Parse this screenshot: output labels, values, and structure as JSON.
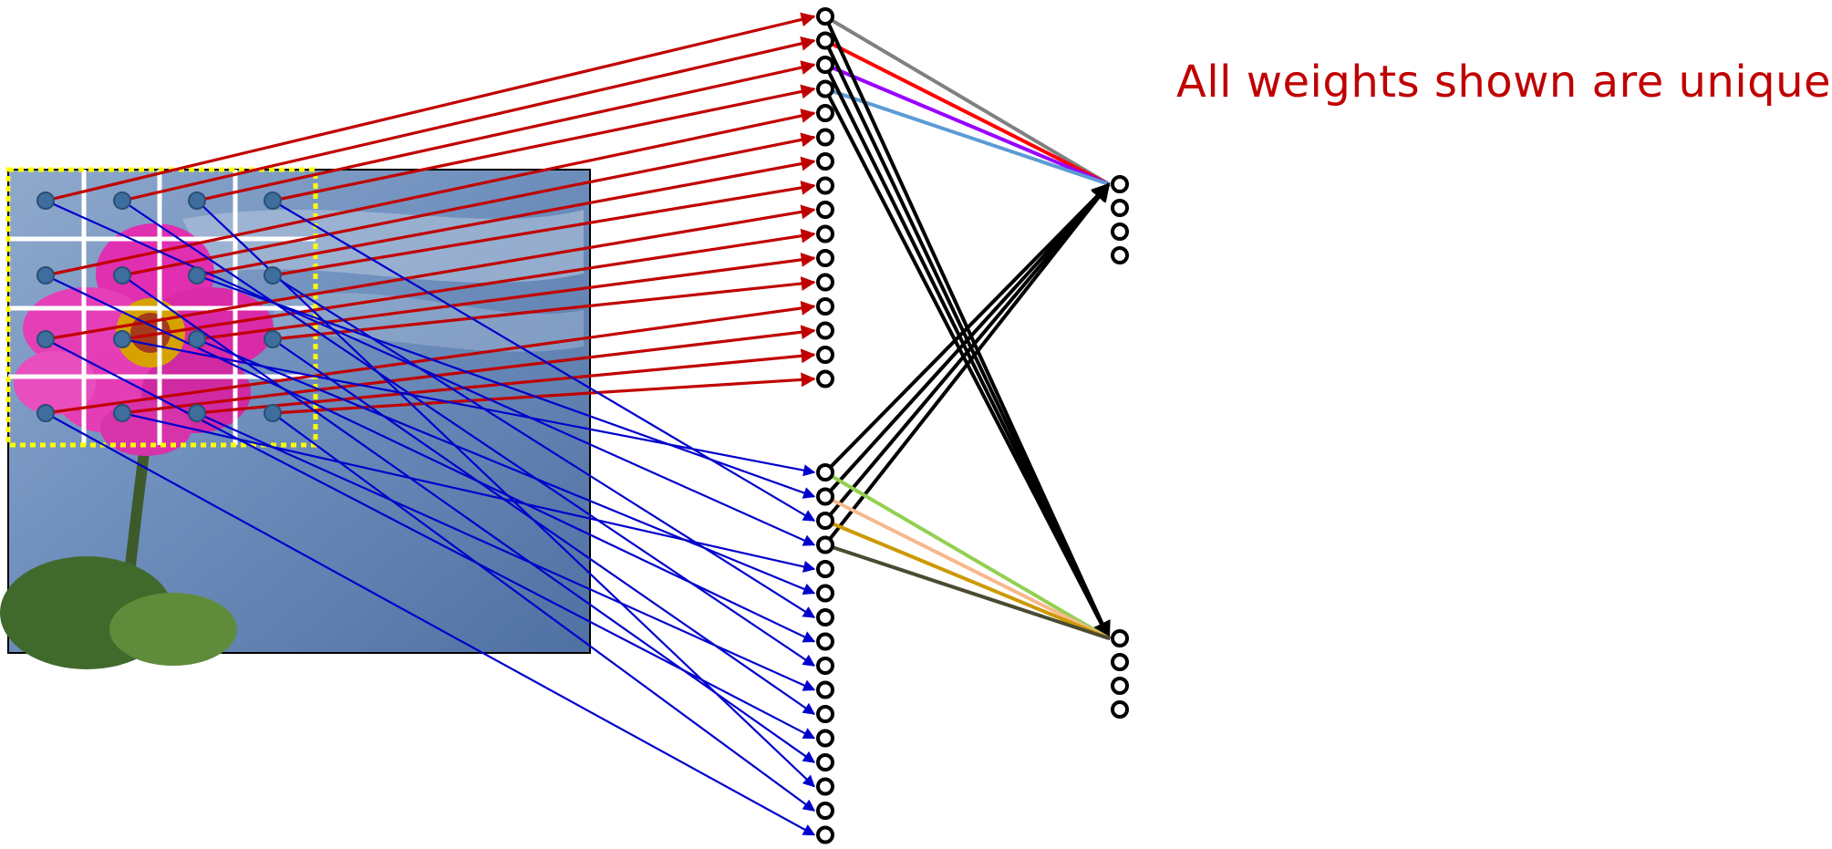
{
  "caption": "All weights shown are unique",
  "colors": {
    "red_weights": "#c00000",
    "blue_weights": "#0000cc",
    "black_weights": "#000000",
    "window_outline": "#ffff00",
    "grid_lines": "#ffffff",
    "input_dots": "#3d6e9e",
    "sky": "#6b8bb8",
    "flower": "#e02fb0",
    "head1_input_colors": [
      "#808080",
      "#ff0000",
      "#9900ff",
      "#5b9bd5"
    ],
    "head2_input_colors": [
      "#92d050",
      "#f8b88b",
      "#cc9900",
      "#4b4b32"
    ]
  },
  "diagram": {
    "window_grid": {
      "rows": 4,
      "cols": 4
    },
    "feature_maps": {
      "neurons_per_map": 16,
      "maps": 2
    },
    "next_layer": {
      "groups": 2,
      "neurons_per_group": 4
    }
  }
}
